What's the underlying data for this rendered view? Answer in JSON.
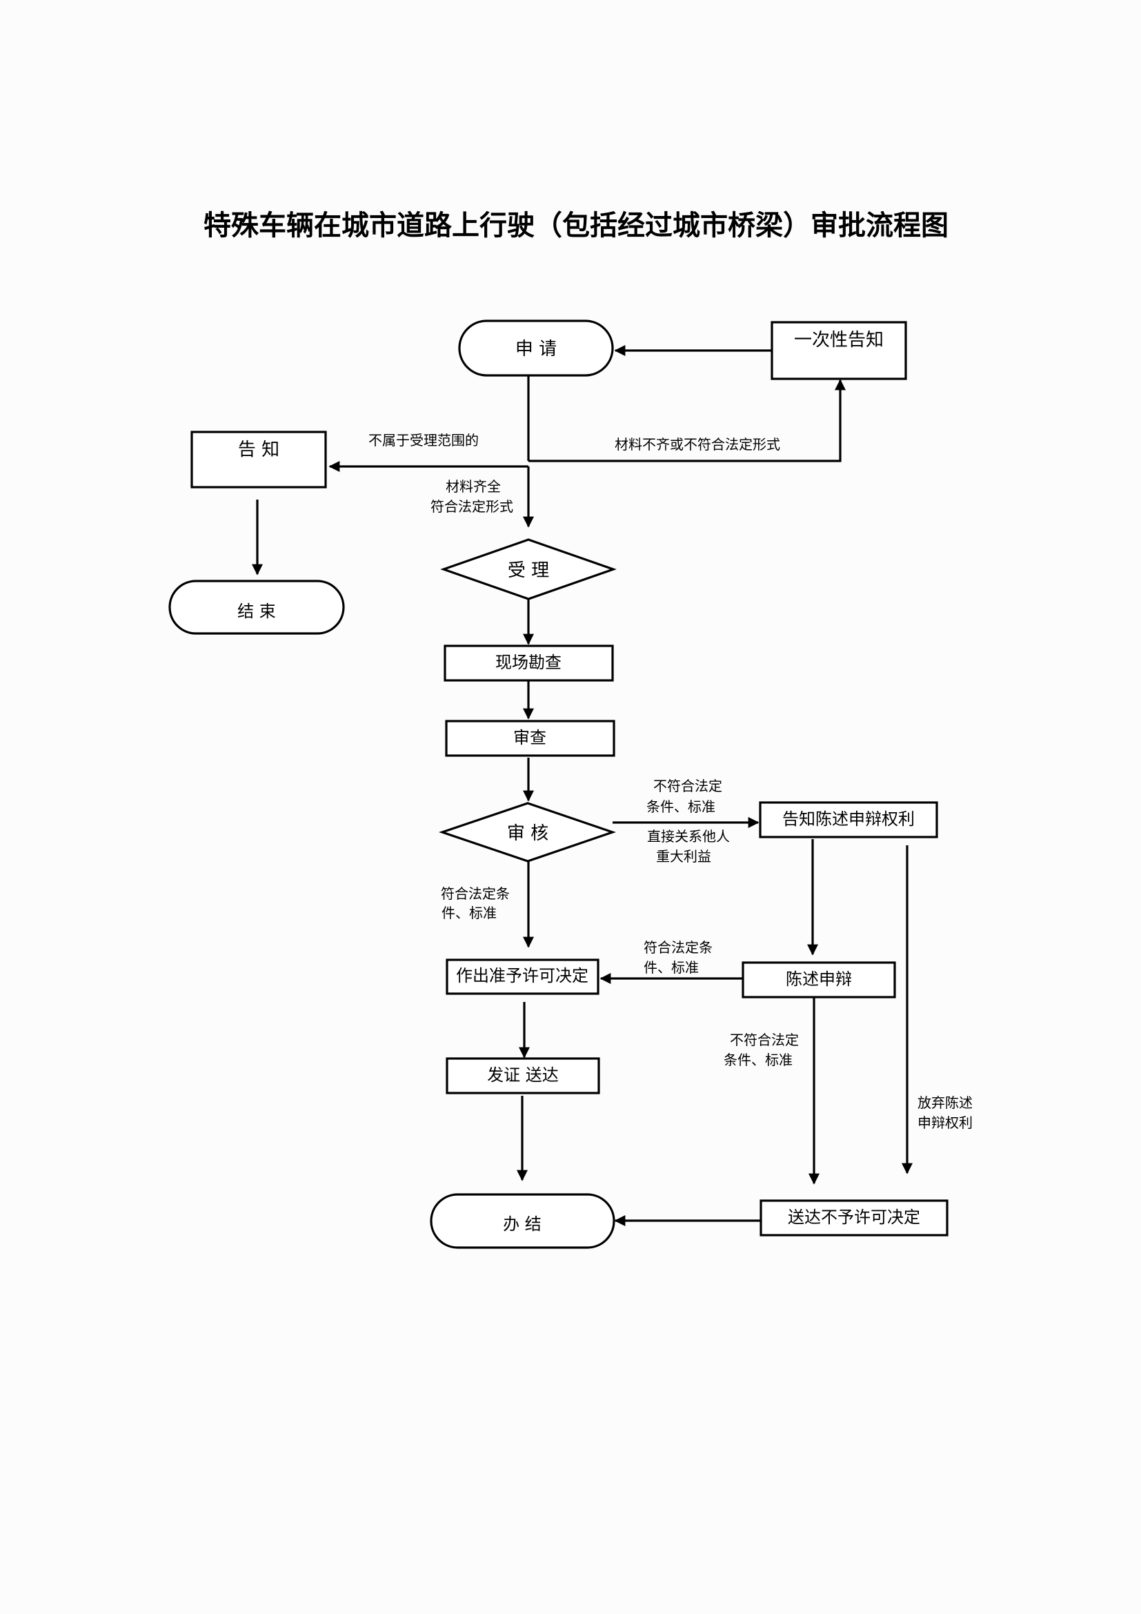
{
  "title": "特殊车辆在城市道路上行驶（包括经过城市桥梁）审批流程图",
  "nodes": {
    "apply": "申 请",
    "one_time_notice": "一次性告知",
    "notify": "告 知",
    "end": "结 束",
    "accept": "受 理",
    "site_survey": "现场勘查",
    "examine": "审查",
    "review": "审 核",
    "notify_rights": "告知陈述申辩权利",
    "grant_decision": "作出准予许可决定",
    "statement": "陈述申辩",
    "issue_deliver": "发证 送达",
    "complete": "办 结",
    "deny_deliver": "送达不予许可决定"
  },
  "labels": {
    "not_in_scope": "不属于受理范围的",
    "incomplete": "材料不齐或不符合法定形式",
    "complete_materials_1": "材料齐全",
    "complete_materials_2": "符合法定形式",
    "noncompliant_1": "不符合法定",
    "noncompliant_2": "条件、标准",
    "third_party_1": "直接关系他人",
    "third_party_2": "重大利益",
    "compliant_left_1": "符合法定条",
    "compliant_left_2": "件、标准",
    "compliant_mid_1": "符合法定条",
    "compliant_mid_2": "件、标准",
    "noncompliant_b_1": "不符合法定",
    "noncompliant_b_2": "条件、标准",
    "waive_1": "放弃陈述",
    "waive_2": "申辩权利"
  }
}
